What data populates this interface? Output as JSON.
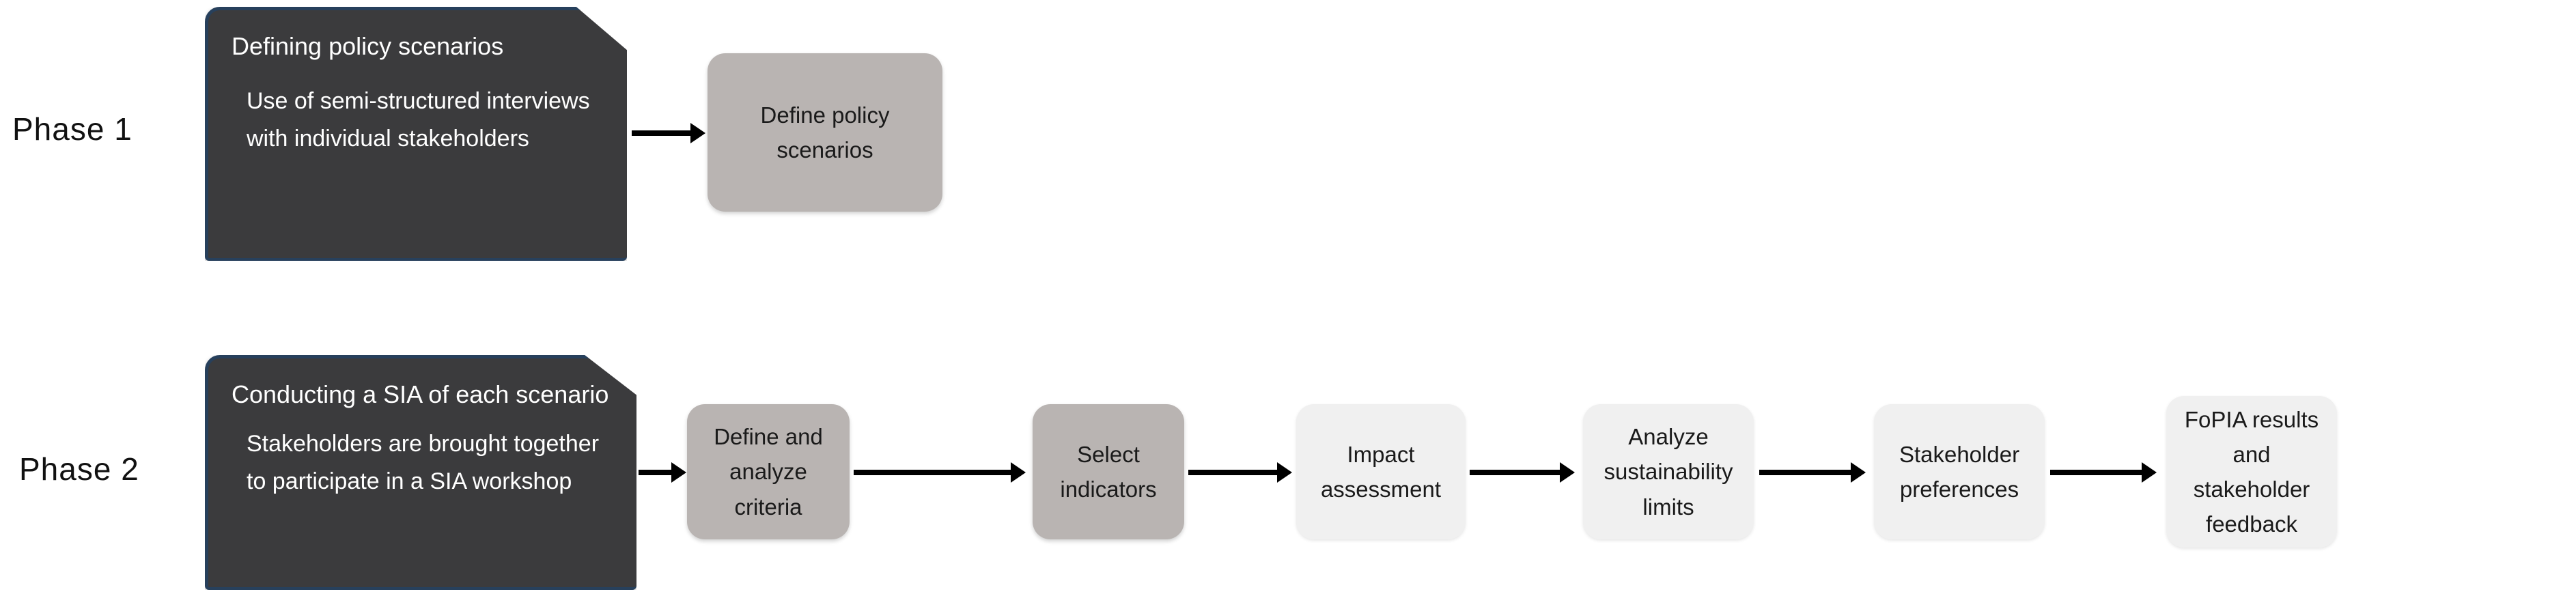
{
  "diagram": {
    "title_text": "",
    "colors": {
      "dark_box_fill": "#3b3b3d",
      "dark_box_border": "#27405c",
      "mid_gray_box": "#b9b4b2",
      "light_gray_box": "#f0f0f0",
      "arrow": "#000000",
      "background": "#ffffff",
      "dark_box_text": "#ffffff",
      "box_text": "#1a1a1a"
    }
  },
  "phases": [
    {
      "label": "Phase 1",
      "description_box": {
        "title": "Defining policy scenarios",
        "body": "Use of semi-structured interviews with individual stakeholders"
      },
      "steps": [
        {
          "label": "Define policy scenarios",
          "tone": "mid"
        }
      ]
    },
    {
      "label": "Phase 2",
      "description_box": {
        "title": "Conducting a SIA of each scenario",
        "body": "Stakeholders are brought together to participate in a SIA workshop"
      },
      "steps": [
        {
          "label": "Define and analyze criteria",
          "tone": "mid"
        },
        {
          "label": "Select indicators",
          "tone": "mid"
        },
        {
          "label": "Impact assessment",
          "tone": "light"
        },
        {
          "label": "Analyze sustainability limits",
          "tone": "light"
        },
        {
          "label": "Stakeholder preferences",
          "tone": "light"
        },
        {
          "label": "FoPIA results and stakeholder feedback",
          "tone": "light"
        }
      ]
    }
  ],
  "arrows": [
    {
      "name": "arrow-phase1-to-define-policy-scenarios"
    },
    {
      "name": "arrow-phase2-to-define-analyze-criteria"
    },
    {
      "name": "arrow-define-analyze-criteria-to-select-indicators"
    },
    {
      "name": "arrow-select-indicators-to-impact-assessment"
    },
    {
      "name": "arrow-impact-assessment-to-analyze-sustainability-limits"
    },
    {
      "name": "arrow-analyze-sustainability-limits-to-stakeholder-preferences"
    },
    {
      "name": "arrow-stakeholder-preferences-to-fopia-results"
    }
  ]
}
